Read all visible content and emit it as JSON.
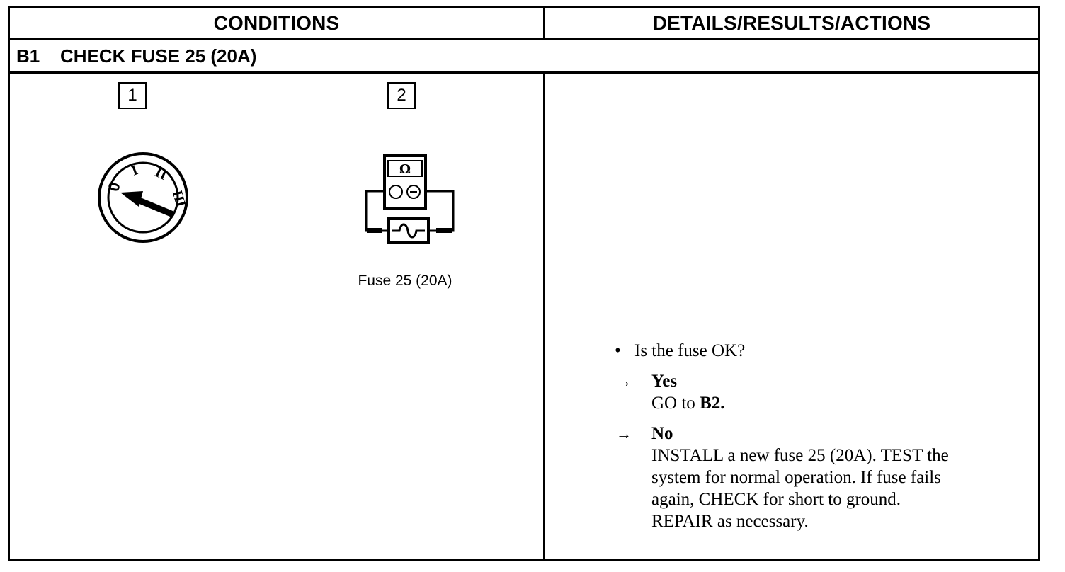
{
  "header": {
    "conditions": "CONDITIONS",
    "details": "DETAILS/RESULTS/ACTIONS"
  },
  "step": {
    "code": "B1",
    "title": "CHECK FUSE 25 (20A)"
  },
  "conditions": {
    "item1_number": "1",
    "item2_number": "2",
    "ignition_positions": [
      "0",
      "I",
      "II",
      "III"
    ],
    "meter_symbol": "Ω",
    "fuse_caption": "Fuse 25 (20A)"
  },
  "results": {
    "bullet_symbol": "•",
    "question": "Is the fuse OK?",
    "arrow_symbol": "→",
    "yes_label": "Yes",
    "yes_action_prefix": "GO to",
    "yes_action_target": "B2.",
    "no_label": "No",
    "no_action_lines": [
      "INSTALL a new fuse 25 (20A). TEST the",
      "system for normal operation. If fuse fails",
      "again, CHECK for short to ground.",
      "REPAIR as necessary."
    ]
  }
}
